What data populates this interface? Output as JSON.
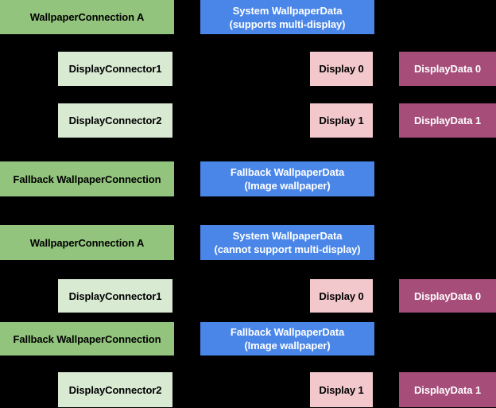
{
  "diagram": {
    "background": "#000000",
    "colors": {
      "wallpaper_connection_green": "#93c47d",
      "display_connector_light_green": "#d9ead3",
      "wallpaper_data_blue": "#4a86e8",
      "display_pink": "#f3c8cc",
      "display_data_magenta": "#a64d79",
      "text_on_light": "#000000",
      "text_on_dark": "#ffffff"
    },
    "nodes": [
      {
        "label": "WallpaperConnection A"
      },
      {
        "line1": "System WallpaperData",
        "line2": "(supports multi-display)"
      },
      {
        "label": "DisplayConnector1"
      },
      {
        "label": "Display 0"
      },
      {
        "label": "DisplayData 0"
      },
      {
        "label": "DisplayConnector2"
      },
      {
        "label": "Display 1"
      },
      {
        "label": "DisplayData 1"
      },
      {
        "label": "Fallback WallpaperConnection"
      },
      {
        "line1": "Fallback WallpaperData",
        "line2": "(Image wallpaper)"
      },
      {
        "label": "WallpaperConnection A"
      },
      {
        "line1": "System WallpaperData",
        "line2": "(cannot support multi-display)"
      },
      {
        "label": "DisplayConnector1"
      },
      {
        "label": "Display 0"
      },
      {
        "label": "DisplayData 0"
      },
      {
        "label": "Fallback WallpaperConnection"
      },
      {
        "line1": "Fallback WallpaperData",
        "line2": "(Image wallpaper)"
      },
      {
        "label": "DisplayConnector2"
      },
      {
        "label": "Display 1"
      },
      {
        "label": "DisplayData 1"
      }
    ]
  }
}
